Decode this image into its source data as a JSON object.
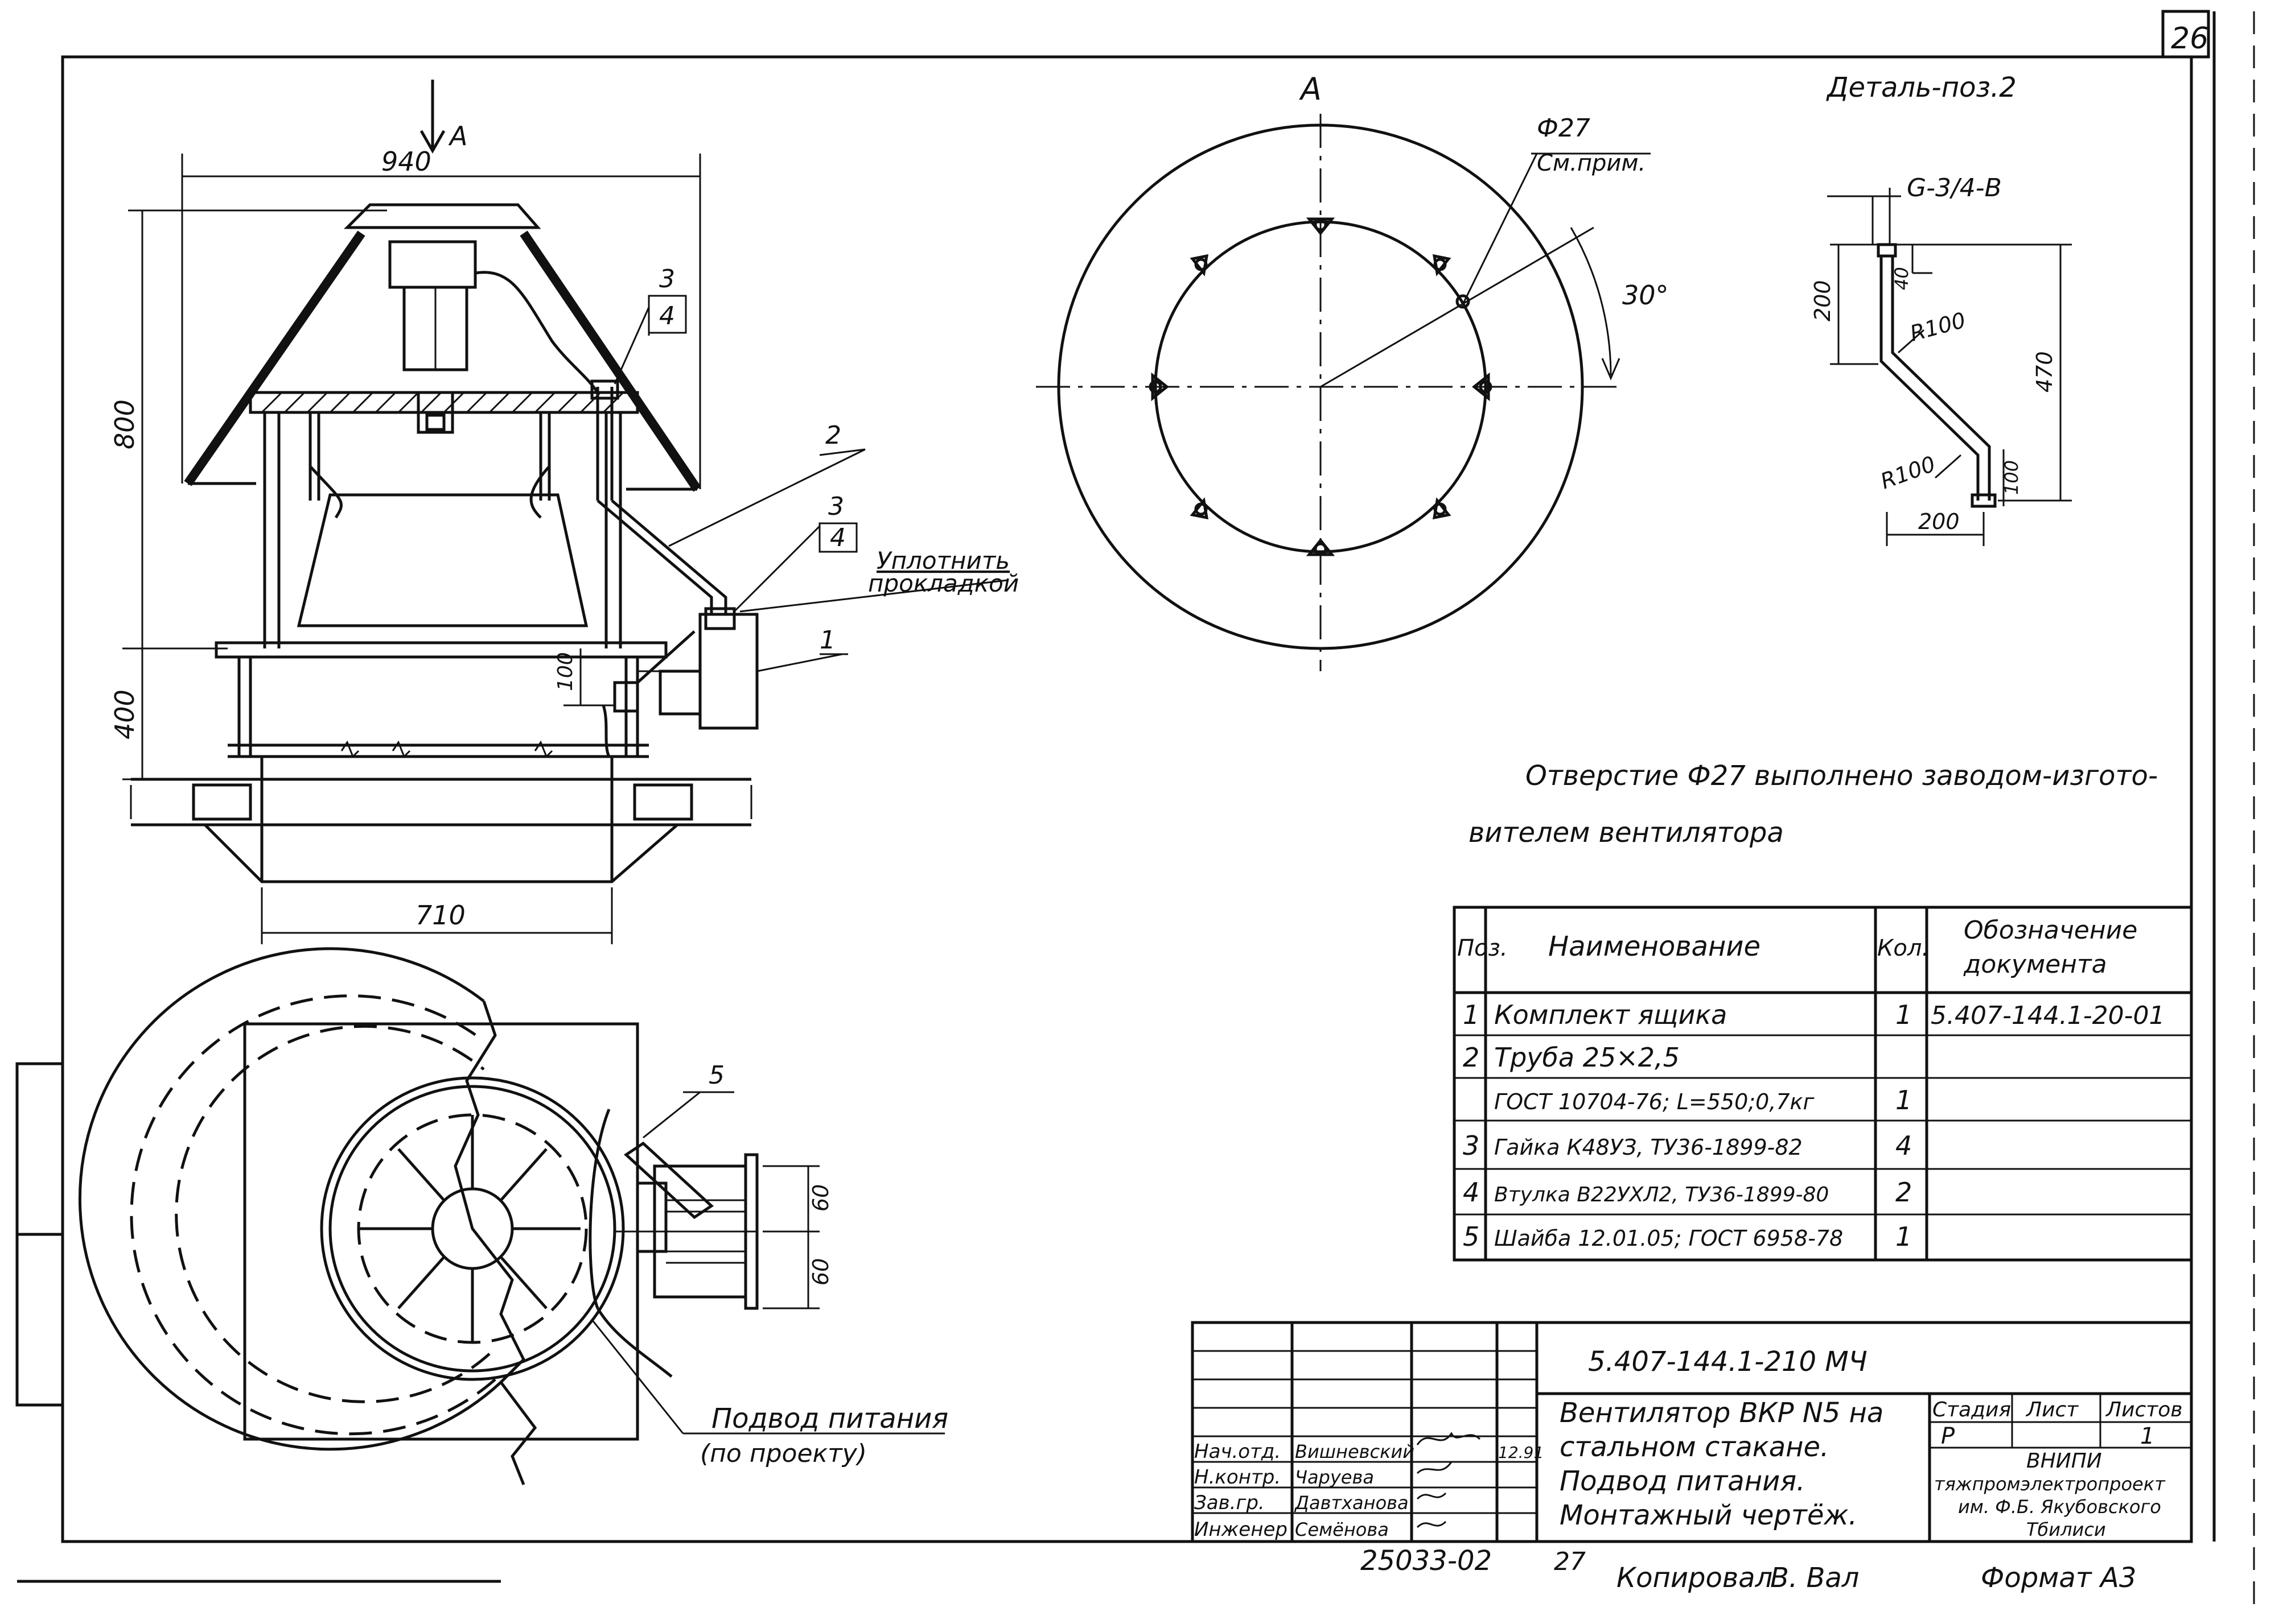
{
  "sheet_number": "26",
  "colors": {
    "ink": "#111111",
    "paper": "#ffffff"
  },
  "side_view": {
    "view_arrow": "A",
    "dim_width_top": "940",
    "dim_height_total": "800",
    "dim_height_lower": "400",
    "dim_base_width": "710",
    "dim_offset": "100",
    "callout_pos3_top": "3",
    "callout_pos4_top": "4",
    "callout_pos2": "2",
    "callout_pos3_mid": "3",
    "callout_pos4_mid": "4",
    "callout_pos1": "1",
    "seal_note_line1": "Уплотнить",
    "seal_note_line2": "прокладкой"
  },
  "view_a": {
    "title": "A",
    "hole_dia": "Ф27",
    "hole_note": "См.прим.",
    "angle": "30°"
  },
  "detail": {
    "title": "Деталь-поз.2",
    "thread": "G-3/4-В",
    "dim_200_vertical": "200",
    "dim_40": "40",
    "r100_top": "R100",
    "dim_470": "470",
    "r100_bottom": "R100",
    "dim_100": "100",
    "dim_200_horizontal": "200"
  },
  "note": {
    "line1": "Отверстие Ф27 выполнено заводом-изгото-",
    "line2": "вителем вентилятора"
  },
  "plan_view": {
    "callout_pos5": "5",
    "dim_60_top": "60",
    "dim_60_bottom": "60",
    "power_note_line1": "Подвод питания",
    "power_note_line2": "(по проекту)"
  },
  "spec_table": {
    "headers": {
      "pos": "Поз.",
      "name": "Наименование",
      "qty": "Кол.",
      "doc_line1": "Обозначение",
      "doc_line2": "документа"
    },
    "rows": [
      {
        "pos": "1",
        "name": "Комплект ящика",
        "qty": "1",
        "doc": "5.407-144.1-20-01"
      },
      {
        "pos": "2",
        "name": "Труба 25×2,5",
        "qty": "",
        "doc": ""
      },
      {
        "pos": "",
        "name": "ГОСТ 10704-76; L=550;0,7кг",
        "qty": "1",
        "doc": ""
      },
      {
        "pos": "3",
        "name": "Гайка К48УЗ, ТУ36-1899-82",
        "qty": "4",
        "doc": ""
      },
      {
        "pos": "4",
        "name": "Втулка В22УХЛ2, ТУ36-1899-80",
        "qty": "2",
        "doc": ""
      },
      {
        "pos": "5",
        "name": "Шайба 12.01.05; ГОСТ 6958-78",
        "qty": "1",
        "doc": ""
      }
    ]
  },
  "title_block": {
    "doc_code": "5.407-144.1-210 МЧ",
    "title_line1": "Вентилятор ВКР N5 на",
    "title_line2": "стальном стакане.",
    "title_line3": "Подвод питания.",
    "title_line4": "Монтажный чертёж.",
    "stage_label": "Стадия",
    "sheet_label": "Лист",
    "sheets_label": "Листов",
    "stage_value": "Р",
    "sheet_value": "1",
    "org_line1": "ВНИПИ",
    "org_line2": "тяжпромэлектропроект",
    "org_line3": "им. Ф.Б. Якубовского",
    "org_line4": "Тбилиси",
    "roles": [
      {
        "role": "Нач.отд.",
        "name": "Вишневский",
        "date": "12.91"
      },
      {
        "role": "Н.контр.",
        "name": "Чаруева",
        "date": ""
      },
      {
        "role": "Зав.гр.",
        "name": "Давтханова",
        "date": ""
      },
      {
        "role": "Инженер",
        "name": "Семёнова",
        "date": ""
      }
    ]
  },
  "footer": {
    "inventory": "25033-02",
    "page_no": "27",
    "copied": "Копировал",
    "copier_sign": "В. Вал",
    "format": "Формат А3"
  }
}
